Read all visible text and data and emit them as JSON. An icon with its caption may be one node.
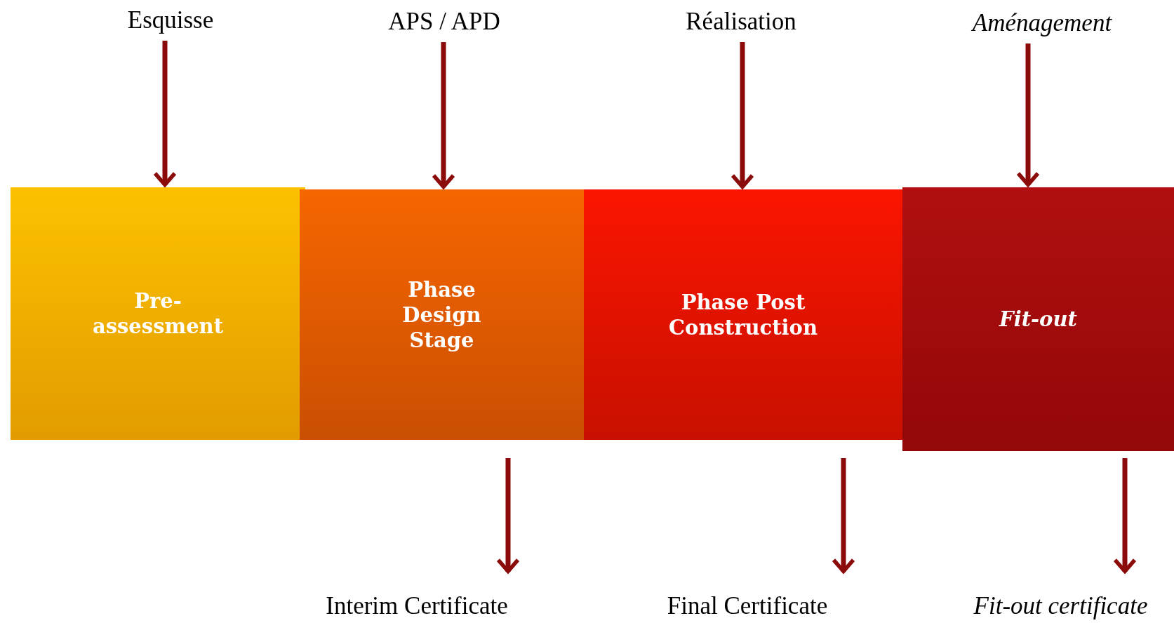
{
  "diagram": {
    "nodes": [
      {
        "text": [
          "Esquisse"
        ]
      },
      {
        "text": [
          "APS / APD"
        ]
      },
      {
        "text": [
          "Réalisation"
        ]
      },
      {
        "text": [
          "Aménagement"
        ]
      },
      {
        "text": [
          "Pre-assessment"
        ]
      },
      {
        "text": [
          "Phase Design Stage"
        ]
      },
      {
        "text": [
          "Phase Post Construction"
        ]
      },
      {
        "text": [
          "Fit-out"
        ]
      },
      {
        "text": [
          "Interim Certificate"
        ]
      },
      {
        "text": [
          "Final Certificate"
        ]
      },
      {
        "text": [
          "Fit-out certificate"
        ]
      }
    ],
    "edges": [
      {
        "from": 0,
        "to": 4,
        "arrow": "to"
      },
      {
        "from": 1,
        "to": 5,
        "arrow": "to"
      },
      {
        "from": 2,
        "to": 6,
        "arrow": "to"
      },
      {
        "from": 3,
        "to": 7,
        "arrow": "to"
      },
      {
        "from": 5,
        "to": 8,
        "arrow": "to"
      },
      {
        "from": 6,
        "to": 9,
        "arrow": "to"
      },
      {
        "from": 7,
        "to": 10,
        "arrow": "to"
      }
    ]
  }
}
